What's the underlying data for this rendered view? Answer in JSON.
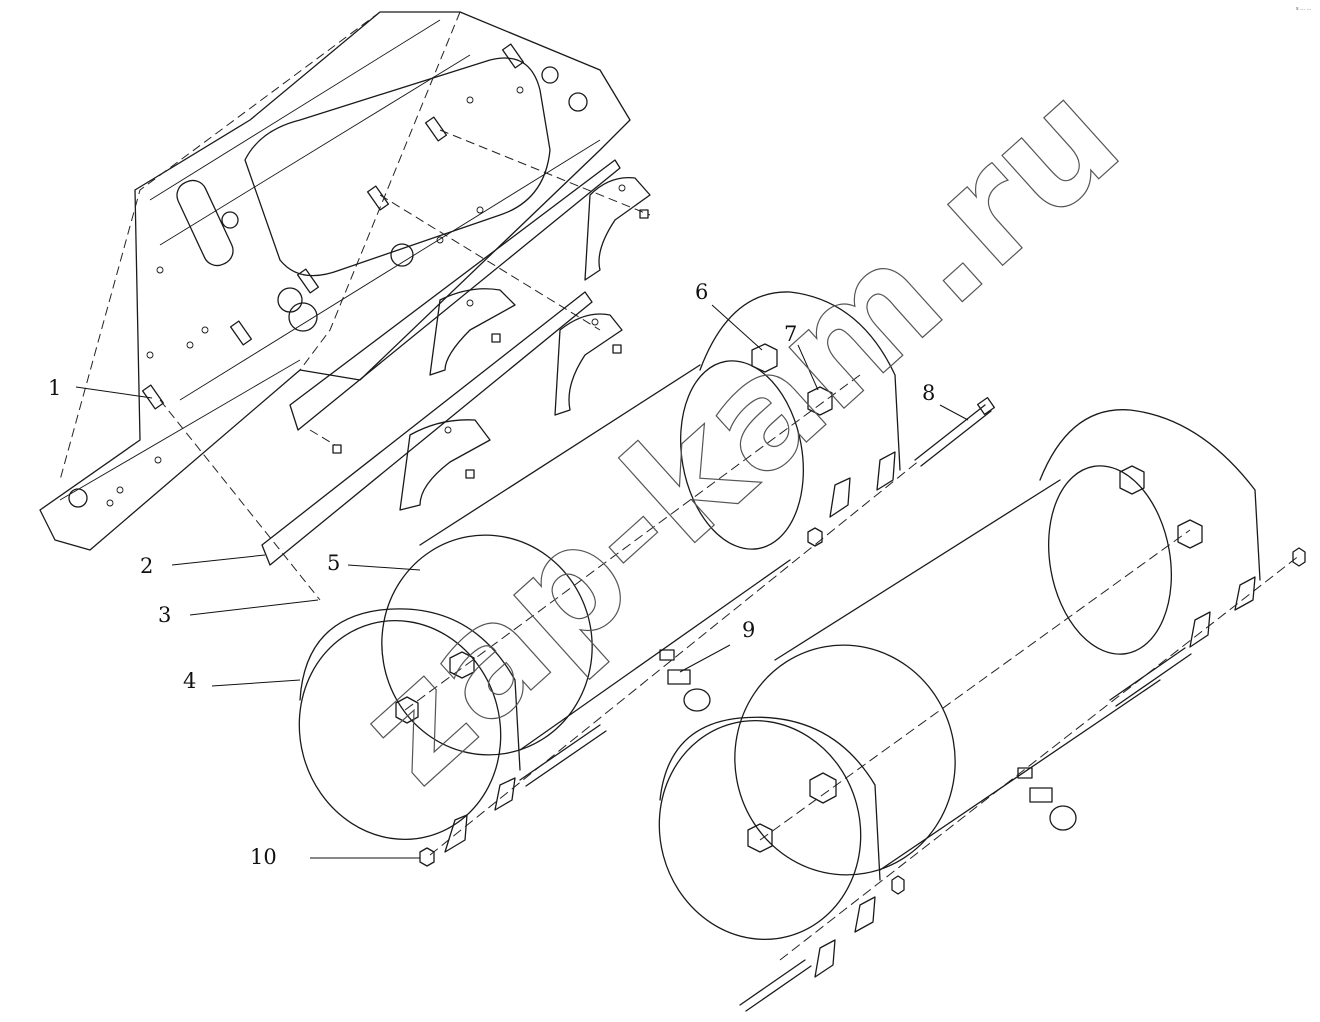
{
  "callouts": [
    {
      "id": "1",
      "label": "1"
    },
    {
      "id": "2",
      "label": "2"
    },
    {
      "id": "3",
      "label": "3"
    },
    {
      "id": "4",
      "label": "4"
    },
    {
      "id": "5",
      "label": "5"
    },
    {
      "id": "6",
      "label": "6"
    },
    {
      "id": "7",
      "label": "7"
    },
    {
      "id": "8",
      "label": "8"
    },
    {
      "id": "9",
      "label": "9"
    },
    {
      "id": "10",
      "label": "10"
    }
  ],
  "watermark": "zap-kam.ru",
  "corner_mark": "s ... ..."
}
